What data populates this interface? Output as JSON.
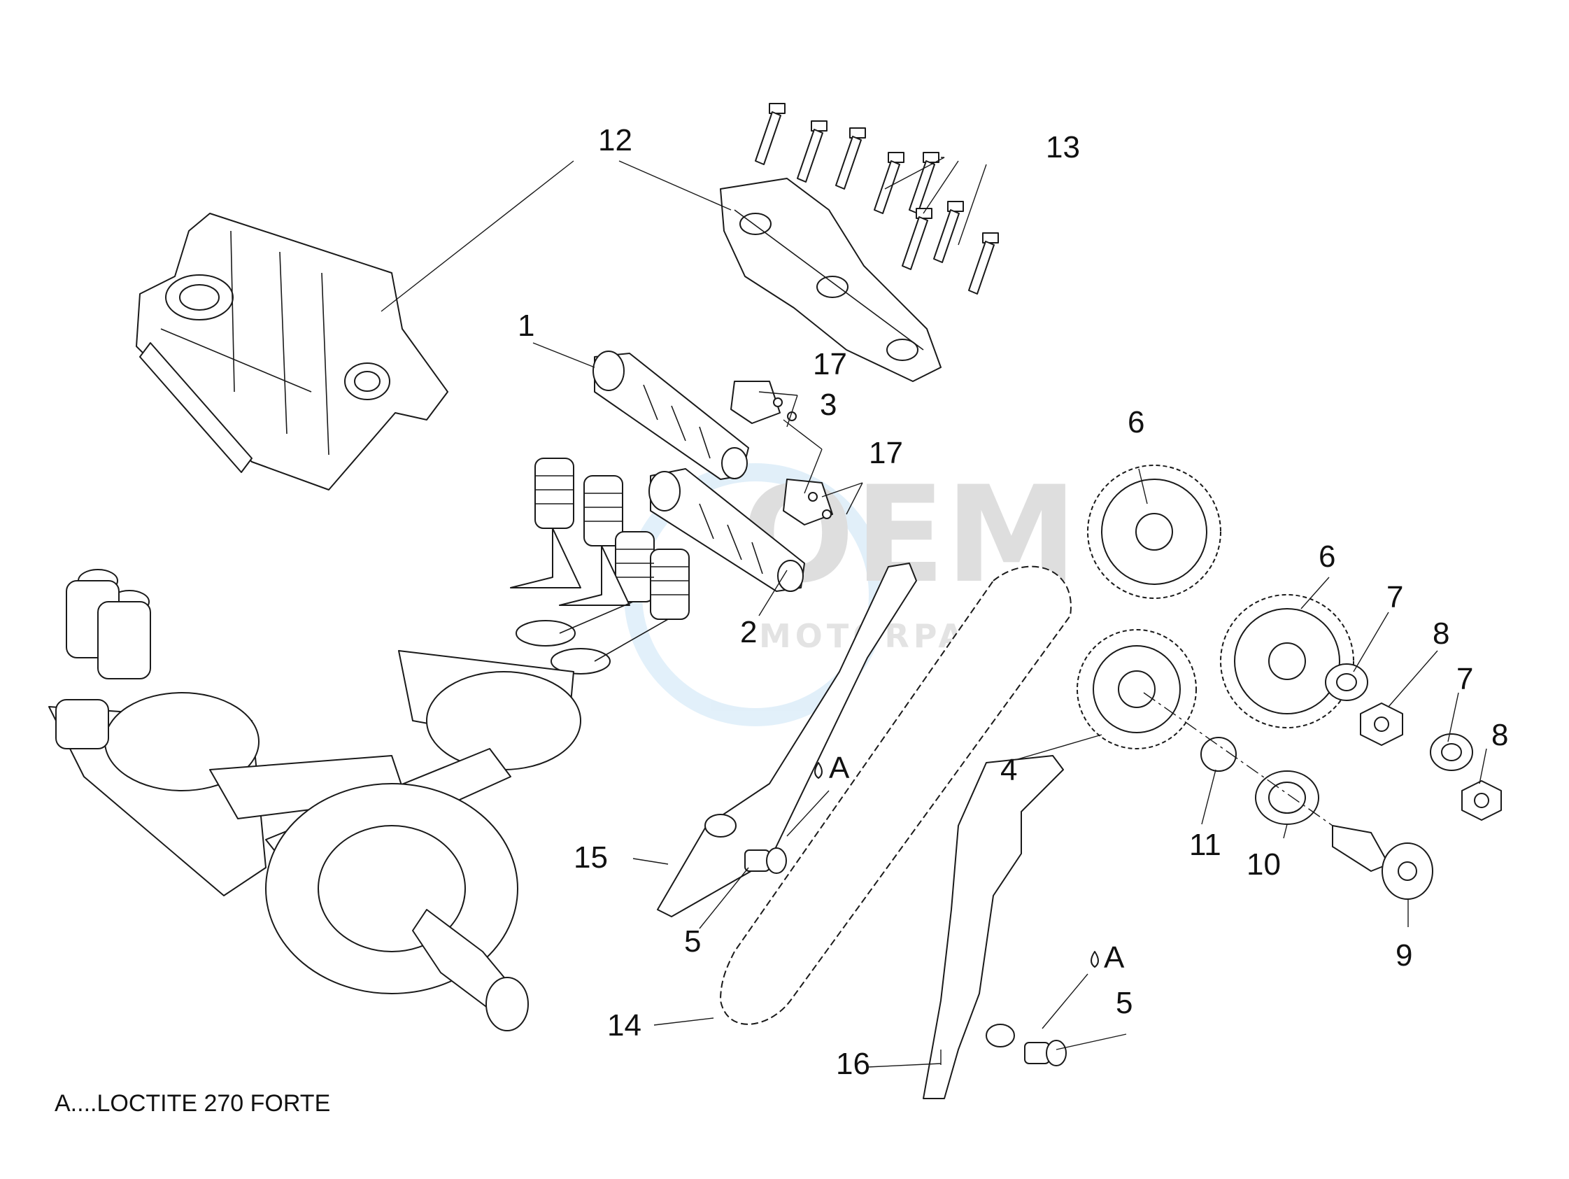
{
  "diagram": {
    "callouts": [
      {
        "id": "c1",
        "label": "1"
      },
      {
        "id": "c2",
        "label": "2"
      },
      {
        "id": "c3",
        "label": "3"
      },
      {
        "id": "c4",
        "label": "4"
      },
      {
        "id": "c5a",
        "label": "5"
      },
      {
        "id": "c5b",
        "label": "5"
      },
      {
        "id": "c6a",
        "label": "6"
      },
      {
        "id": "c6b",
        "label": "6"
      },
      {
        "id": "c7a",
        "label": "7"
      },
      {
        "id": "c7b",
        "label": "7"
      },
      {
        "id": "c8a",
        "label": "8"
      },
      {
        "id": "c8b",
        "label": "8"
      },
      {
        "id": "c9",
        "label": "9"
      },
      {
        "id": "c10",
        "label": "10"
      },
      {
        "id": "c11",
        "label": "11"
      },
      {
        "id": "c12",
        "label": "12"
      },
      {
        "id": "c13",
        "label": "13"
      },
      {
        "id": "c14",
        "label": "14"
      },
      {
        "id": "c15",
        "label": "15"
      },
      {
        "id": "c16",
        "label": "16"
      },
      {
        "id": "c17a",
        "label": "17"
      },
      {
        "id": "c17b",
        "label": "17"
      }
    ],
    "adhesive_marks": [
      {
        "id": "a1",
        "label": "A"
      },
      {
        "id": "a2",
        "label": "A"
      }
    ],
    "footnote": "A....LOCTITE 270 FORTE",
    "watermark": {
      "logo": "OEM",
      "subtitle": "MOTORPARTS"
    }
  }
}
